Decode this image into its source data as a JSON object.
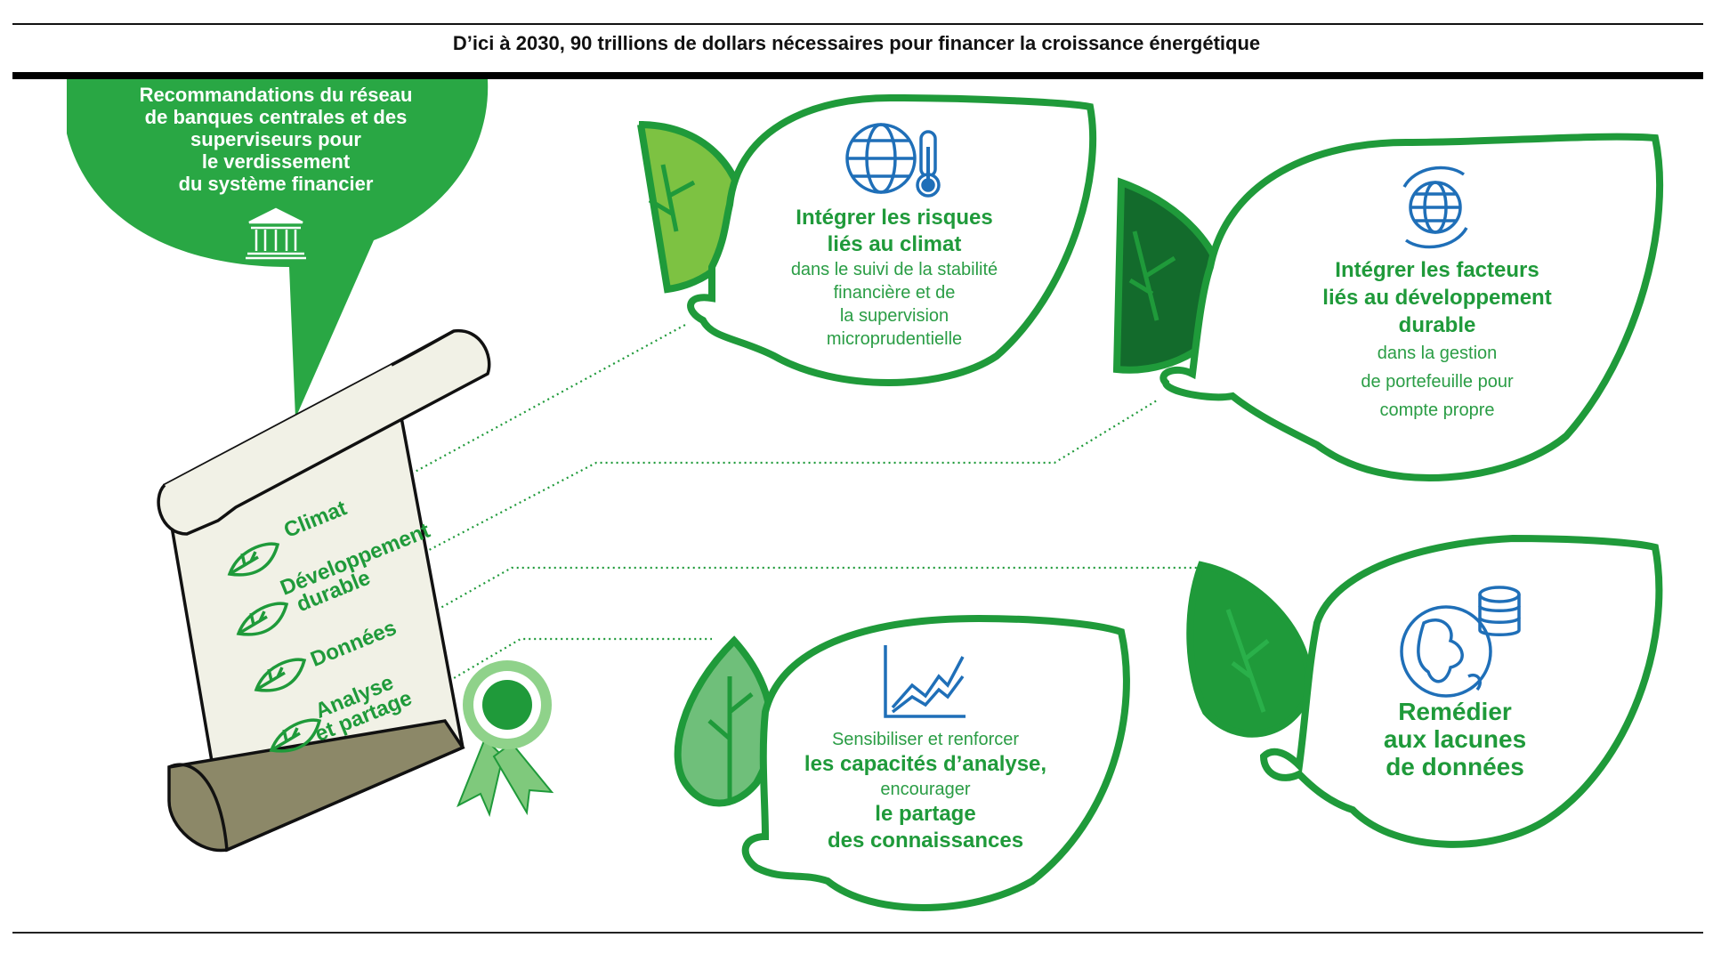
{
  "headline": "D’ici à 2030, 90 trillions de dollars nécessaires pour financer la croissance énergétique",
  "bubble": {
    "lines": [
      "Recommandations du réseau",
      "de banques centrales et des",
      "superviseurs pour",
      "le verdissement",
      "du système financier"
    ],
    "icon": "bank-building-icon"
  },
  "scroll": {
    "items": [
      {
        "label": "Climat"
      },
      {
        "label_line1": "Développement",
        "label_line2": "durable"
      },
      {
        "label": "Données"
      },
      {
        "label_line1": "Analyse",
        "label_line2": "et partage"
      }
    ],
    "icon": "leaf-icon"
  },
  "cards": {
    "climat": {
      "icon": "globe-thermometer-icon",
      "title_line1": "Intégrer les risques",
      "title_line2": "liés au climat",
      "body": [
        "dans le suivi de la stabilité",
        "financière et de",
        "la supervision",
        "microprudentielle"
      ]
    },
    "developpement": {
      "icon": "globe-cycle-icon",
      "title_line1": "Intégrer les facteurs",
      "title_line2": "liés au développement",
      "title_line3": "durable",
      "body": [
        "dans la gestion",
        "de portefeuille pour",
        "compte propre"
      ]
    },
    "analyse": {
      "icon": "line-chart-icon",
      "line1": "Sensibiliser et renforcer",
      "line2": "les capacités d’analyse,",
      "line3": "encourager",
      "line4": "le partage",
      "line5": "des connaissances"
    },
    "donnees": {
      "icon": "globe-database-icon",
      "title_line1": "Remédier",
      "title_line2": "aux lacunes",
      "title_line3": "de données"
    }
  },
  "colors": {
    "green_main": "#1f9a3a",
    "green_bubble": "#29a744",
    "leaf_light": "#7dc242",
    "leaf_dark": "#136b2c",
    "leaf_mid": "#1f9a3a",
    "leaf_pale": "#6fbf7a",
    "icon_blue": "#1f6fb8",
    "scroll_paper": "#f1f1e6",
    "scroll_roll": "#8c8868"
  }
}
